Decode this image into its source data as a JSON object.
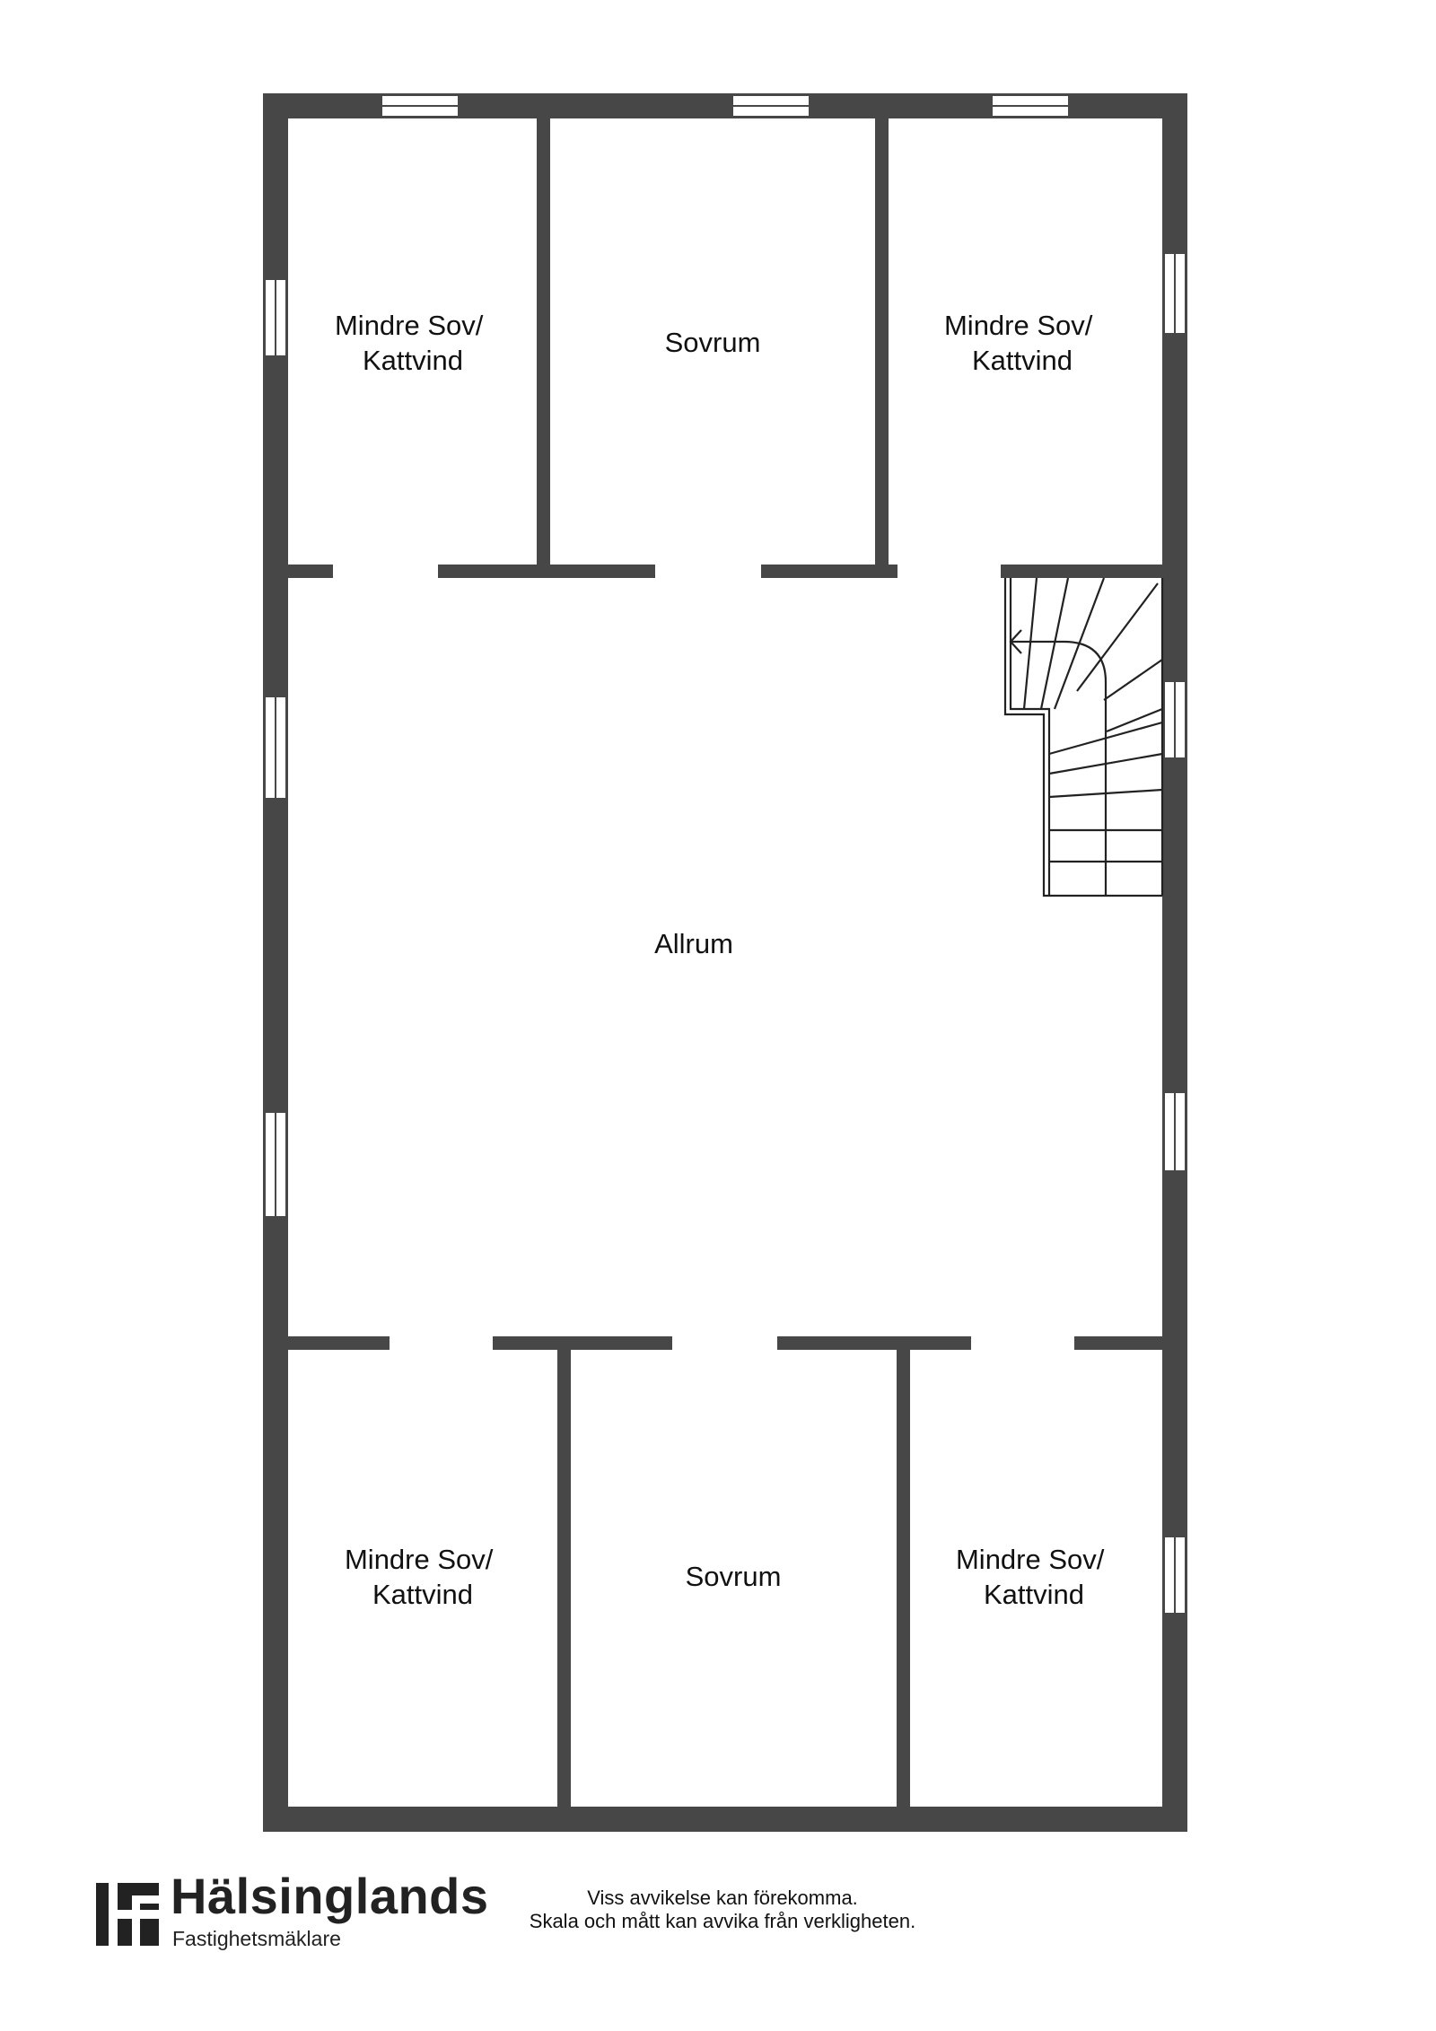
{
  "rooms": [
    {
      "id": "bed-small-1",
      "lines": [
        "Mindre Sov/",
        "Kattvind"
      ]
    },
    {
      "id": "bed-1",
      "lines": [
        "Sovrum"
      ]
    },
    {
      "id": "bed-small-2",
      "lines": [
        "Mindre Sov/",
        "Kattvind"
      ]
    },
    {
      "id": "living",
      "lines": [
        "Allrum"
      ]
    },
    {
      "id": "bed-small-3",
      "lines": [
        "Mindre Sov/",
        "Kattvind"
      ]
    },
    {
      "id": "bed-2",
      "lines": [
        "Sovrum"
      ]
    },
    {
      "id": "bed-small-4",
      "lines": [
        "Mindre Sov/",
        "Kattvind"
      ]
    }
  ],
  "brand": {
    "name": "Hälsinglands",
    "subtitle": "Fastighetsmäklare",
    "logo_icon": "hf-monogram-icon"
  },
  "disclaimer": {
    "line1": "Viss avvikelse kan förekomma.",
    "line2": "Skala och mått kan avvika från verkligheten."
  },
  "colors": {
    "wall": "#474747",
    "text": "#111111"
  }
}
